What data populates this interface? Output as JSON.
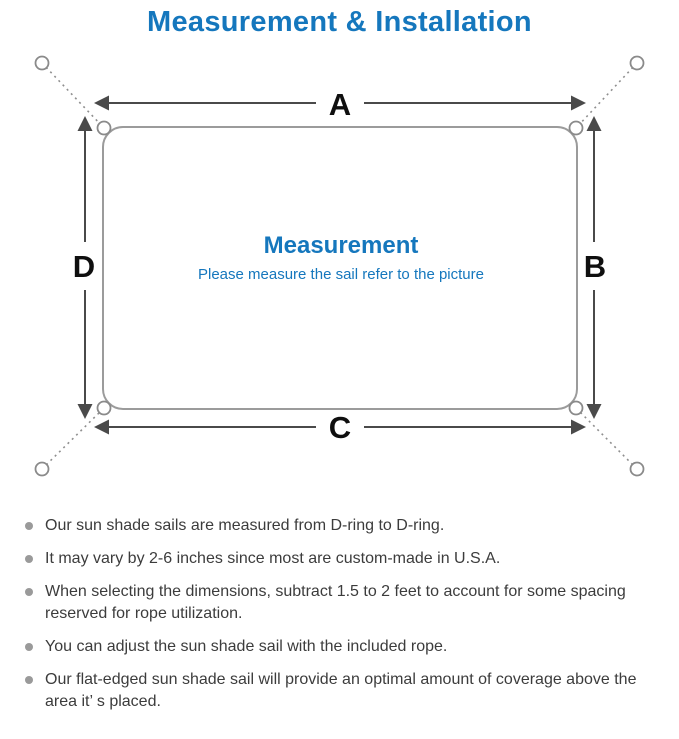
{
  "page": {
    "title": "Measurement & Installation"
  },
  "diagram": {
    "labels": {
      "top": "A",
      "right": "B",
      "bottom": "C",
      "left": "D"
    },
    "center_title": "Measurement",
    "center_subtitle": "Please measure the sail refer to the picture",
    "colors": {
      "accent_blue": "#1577bd",
      "outline_gray": "#8f8f8f",
      "arrow_dark": "#4a4a4a",
      "label_black": "#0f0f0f"
    }
  },
  "notes": {
    "bullet_color": "#9a9a9a",
    "text_color": "#3c3c3c",
    "items": [
      "Our sun shade sails are measured from D-ring to D-ring.",
      "It may vary by 2-6 inches since most are custom-made in U.S.A.",
      "When selecting the dimensions, subtract 1.5 to 2 feet to account for some spacing reserved for rope utilization.",
      "You can adjust the sun shade sail with the included rope.",
      "Our flat-edged sun shade sail will provide an optimal amount of coverage above the area it’ s placed."
    ]
  }
}
